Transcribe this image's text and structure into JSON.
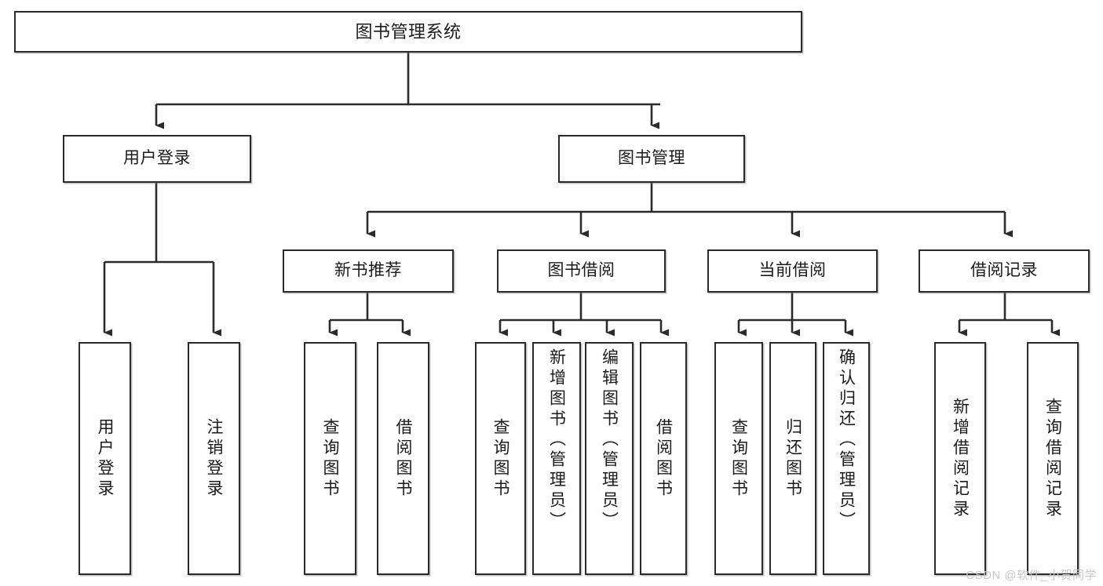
{
  "diagram": {
    "title": "图书管理系统",
    "type": "tree-hierarchy",
    "root": {
      "label": "图书管理系统"
    },
    "level2": [
      {
        "label": "用户登录"
      },
      {
        "label": "图书管理"
      }
    ],
    "level3": [
      {
        "label": "新书推荐"
      },
      {
        "label": "图书借阅"
      },
      {
        "label": "当前借阅"
      },
      {
        "label": "借阅记录"
      }
    ],
    "leaves": {
      "user_login": [
        {
          "label": "用户登录"
        },
        {
          "label": "注销登录"
        }
      ],
      "new_book_recommend": [
        {
          "label": "查询图书"
        },
        {
          "label": "借阅图书"
        }
      ],
      "book_borrow": [
        {
          "label": "查询图书"
        },
        {
          "label": "新增图书（管理员）"
        },
        {
          "label": "编辑图书（管理员）"
        },
        {
          "label": "借阅图书"
        }
      ],
      "current_borrow": [
        {
          "label": "查询图书"
        },
        {
          "label": "归还图书"
        },
        {
          "label": "确认归还（管理员）"
        }
      ],
      "borrow_record": [
        {
          "label": "新增借阅记录"
        },
        {
          "label": "查询借阅记录"
        }
      ]
    }
  },
  "watermark": {
    "text": "CSDN @软件_小贺同学"
  },
  "colors": {
    "stroke": "#2b2b2b",
    "fill": "#ffffff",
    "text": "#1b1b1b",
    "watermark": "#c9c9c9"
  }
}
